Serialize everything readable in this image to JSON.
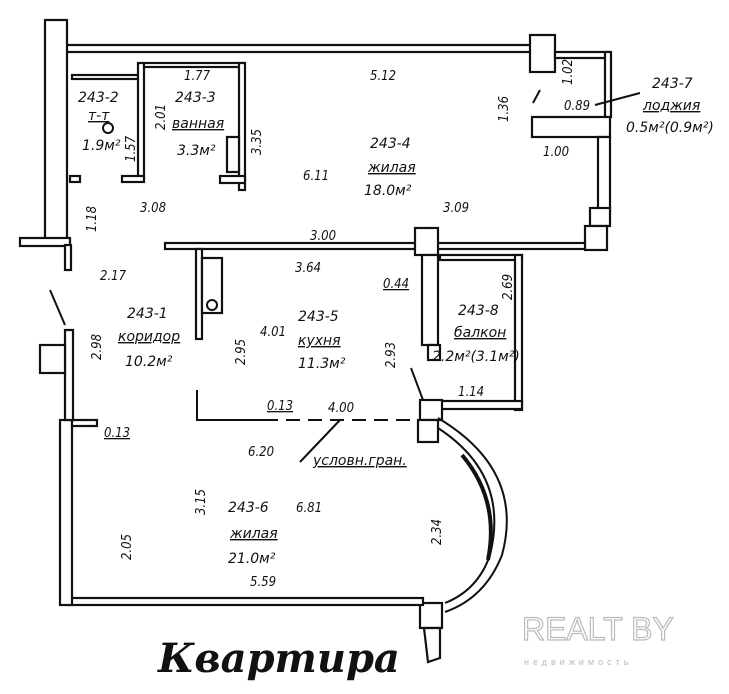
{
  "title": "Квартира",
  "watermark": {
    "line1": "REALT BY",
    "line2": "недвижимость"
  },
  "rooms": [
    {
      "id": "243-1",
      "name": "коридор",
      "area": "10.2м²"
    },
    {
      "id": "243-2",
      "name": "т-т",
      "area": "1.9м²"
    },
    {
      "id": "243-3",
      "name": "ванная",
      "area": "3.3м²"
    },
    {
      "id": "243-4",
      "name": "жилая",
      "area": "18.0м²"
    },
    {
      "id": "243-5",
      "name": "кухня",
      "area": "11.3м²"
    },
    {
      "id": "243-6",
      "name": "жилая",
      "area": "21.0м²"
    },
    {
      "id": "243-7",
      "name": "лоджия",
      "area": "0.5м²(0.9м²)"
    },
    {
      "id": "243-8",
      "name": "балкон",
      "area": "2.2м²(3.1м²)"
    }
  ],
  "annotation": "условн.гран.",
  "dimensions": [
    "1.77",
    "2.01",
    "1.57",
    "3.35",
    "5.12",
    "1.36",
    "1.02",
    "0.89",
    "1.00",
    "6.11",
    "3.08",
    "3.09",
    "1.18",
    "3.00",
    "2.17",
    "3.64",
    "0.44",
    "2.69",
    "2.98",
    "2.95",
    "4.01",
    "2.93",
    "1.14",
    "0.13",
    "4.00",
    "0.13",
    "6.20",
    "3.15",
    "6.81",
    "2.34",
    "2.05",
    "5.59"
  ]
}
